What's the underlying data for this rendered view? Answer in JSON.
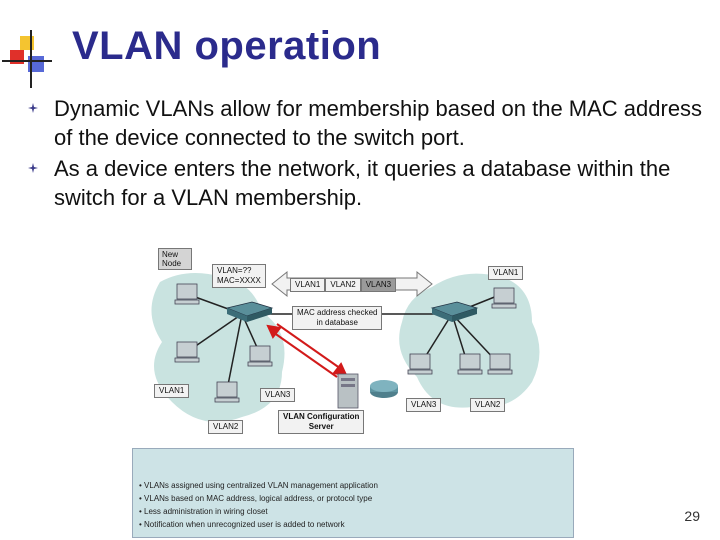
{
  "slide": {
    "title": "VLAN operation",
    "bullets": [
      "Dynamic VLANs allow for membership based on the MAC address of the device connected to the switch port.",
      "As a device enters the network, it queries a database within the switch for a VLAN membership."
    ],
    "page_number": "29"
  },
  "diagram": {
    "new_node_label": "New Node",
    "vlan_query_line1": "VLAN=??",
    "vlan_query_line2": "MAC=XXXX",
    "vlan_banner": [
      "VLAN1",
      "VLAN2",
      "VLAN3"
    ],
    "mac_check_line1": "MAC address checked",
    "mac_check_line2": "in database",
    "server_line1": "VLAN Configuration",
    "server_line2": "Server",
    "pc_labels": {
      "left_vlan1": "VLAN1",
      "left_vlan3": "VLAN3",
      "left_vlan2": "VLAN2",
      "right_vlan1": "VLAN1",
      "right_vlan3": "VLAN3",
      "right_vlan2": "VLAN2"
    },
    "notes": [
      "VLANs assigned using centralized VLAN management application",
      "VLANs based on MAC address, logical address, or protocol type",
      "Less administration in wiring closet",
      "Notification when unrecognized user is added to network"
    ]
  },
  "colors": {
    "title": "#2b2b8c",
    "bubble": "#c9e3e0",
    "panel": "#cde3e6",
    "arrow": "#d21a1a"
  }
}
